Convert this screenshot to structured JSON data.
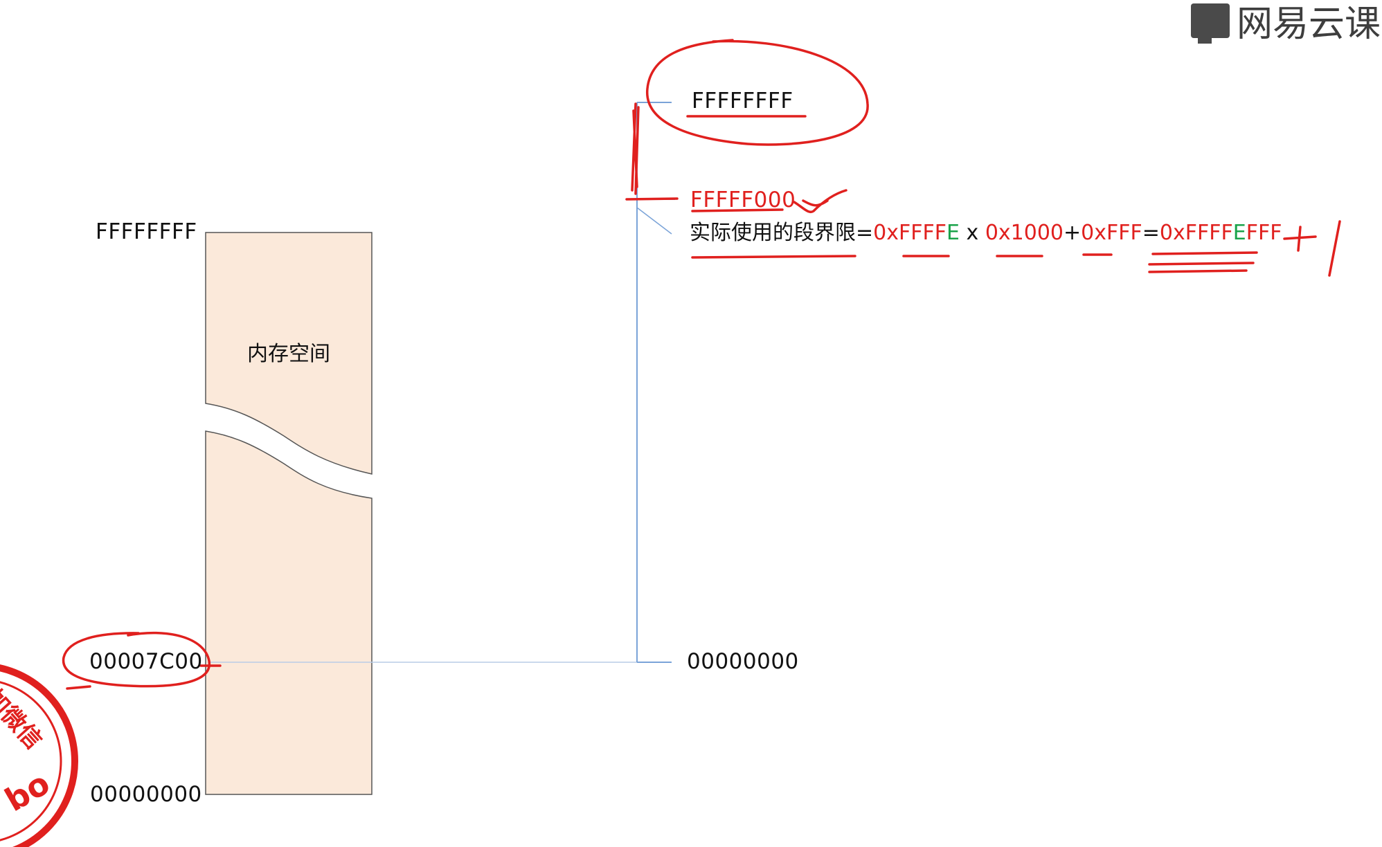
{
  "logo": {
    "text": "网易云课"
  },
  "memory_diagram": {
    "block_label": "内存空间",
    "top_address": "FFFFFFFF",
    "load_address": "00007C00",
    "bottom_address": "00000000"
  },
  "segment_diagram": {
    "top_address": "FFFFFFFF",
    "limit_address": "FFFFF000",
    "base_address": "00000000"
  },
  "formula": {
    "prefix": "实际使用的段界限=",
    "part1": "0xFFFF",
    "part1_highlight": "E",
    "times": " x ",
    "part2": "0x1000",
    "plus": "+",
    "part3": "0xFFF",
    "equals": "=",
    "result_a": "0xFFFF",
    "result_highlight": "E",
    "result_b": "FFF"
  },
  "annotations": {
    "plus_one": "+1"
  },
  "stamp": {
    "text_1": "加微信",
    "text_2": "bo"
  },
  "colors": {
    "block_fill": "#fbe9da",
    "block_stroke": "#555555",
    "connector_line": "#7aa3d8",
    "ink_red": "#e0201e",
    "highlight_green": "#1aa34a"
  }
}
